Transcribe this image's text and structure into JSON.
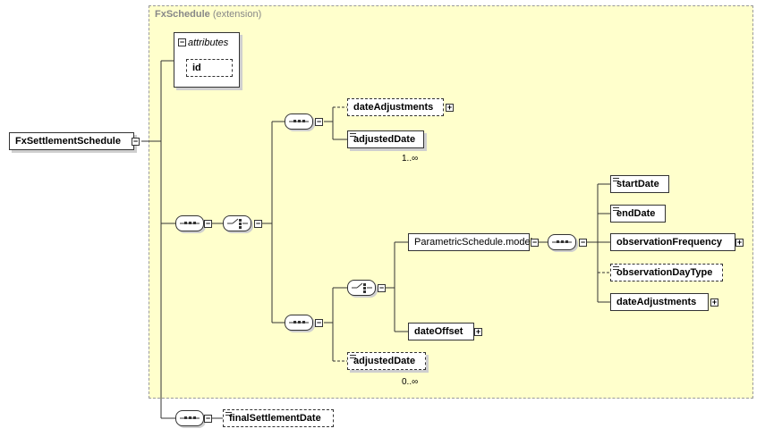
{
  "diagram": {
    "root": "FxSettlementSchedule",
    "extension_type": "FxSchedule",
    "extension_suffix": "(extension)",
    "attributes_label": "attributes",
    "attribute_id": "id",
    "elements": {
      "dateAdjustments_top": "dateAdjustments",
      "adjustedDate_top": "adjustedDate",
      "adjustedDate_top_card": "1..∞",
      "parametric_model": "ParametricSchedule.model",
      "startDate": "startDate",
      "endDate": "endDate",
      "observationFrequency": "observationFrequency",
      "observationDayType": "observationDayType",
      "dateAdjustments_inner": "dateAdjustments",
      "dateOffset": "dateOffset",
      "adjustedDate_bottom": "adjustedDate",
      "adjustedDate_bottom_card": "0..∞",
      "finalSettlementDate": "finalSettlementDate"
    }
  }
}
